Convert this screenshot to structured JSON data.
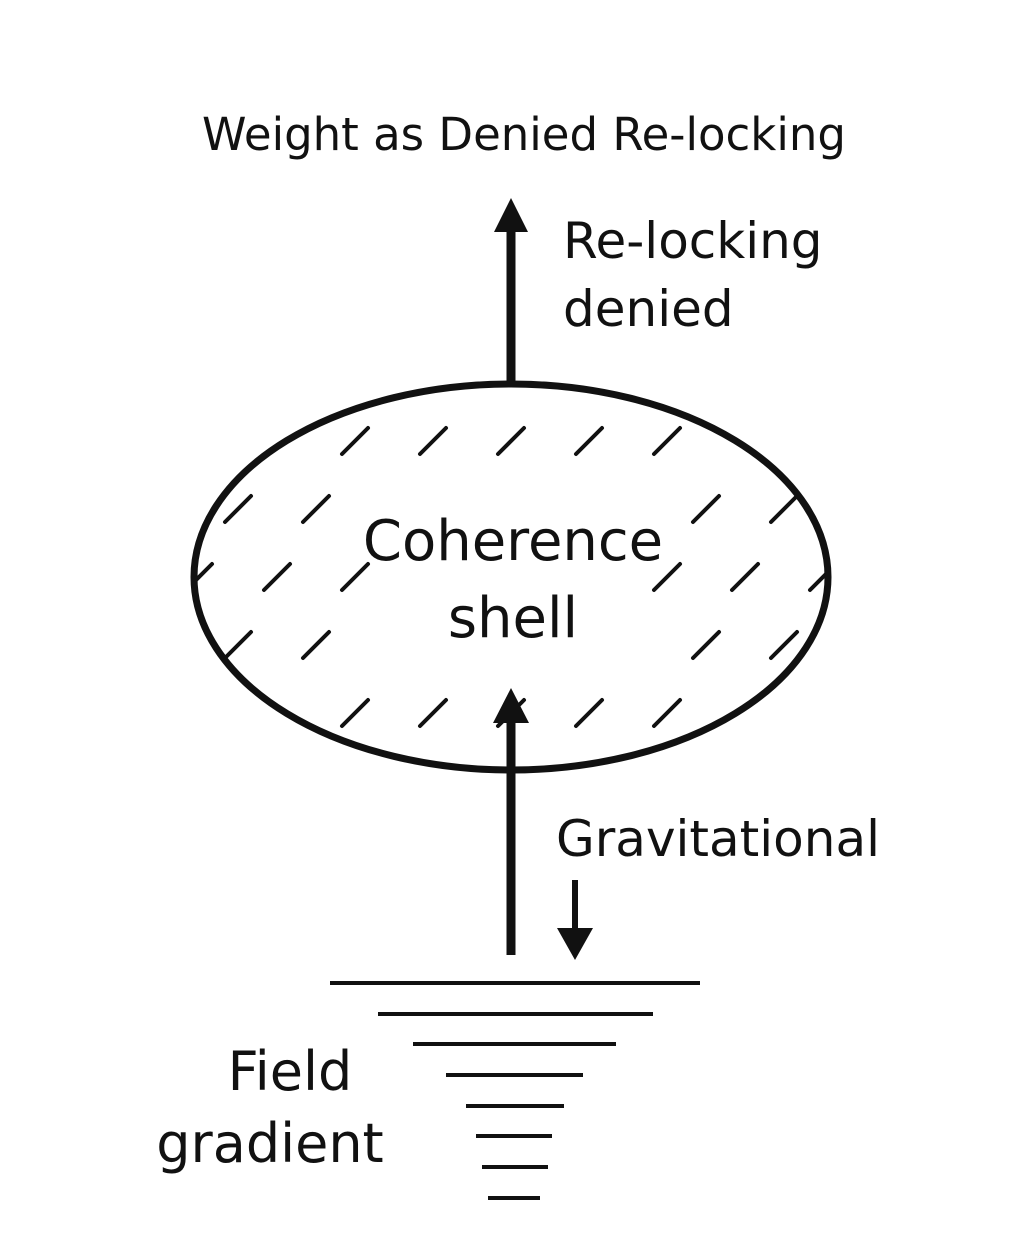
{
  "diagram": {
    "title": "Weight as Denied Re-locking",
    "top_arrow_label": [
      "Re-locking",
      "denied"
    ],
    "shell_label": [
      "Coherence",
      "shell"
    ],
    "gravity_label": "Gravitational",
    "field_label": [
      "Field",
      "gradient"
    ]
  },
  "colors": {
    "ink": "#111111",
    "background": "#ffffff"
  }
}
